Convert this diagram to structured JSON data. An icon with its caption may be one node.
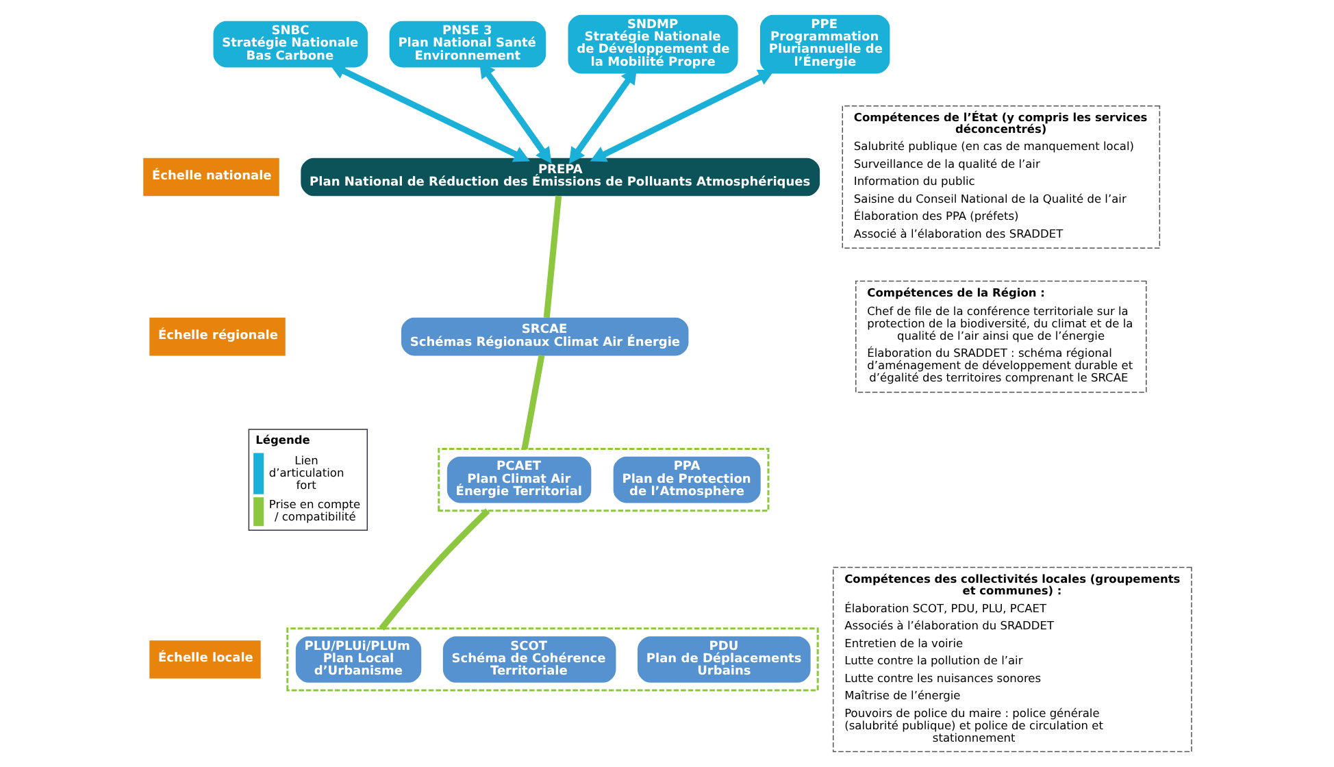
{
  "diagram": {
    "nodes": [
      {
        "text": [
          "Échelle nationale"
        ]
      },
      {
        "text": [
          "Échelle régionale"
        ]
      },
      {
        "text": [
          "Échelle locale"
        ]
      },
      {
        "text": [
          "SNBC",
          "Stratégie Nationale Bas Carbone"
        ]
      },
      {
        "text": [
          "PNSE 3",
          "Plan National Santé Environnement"
        ]
      },
      {
        "text": [
          "SNDMP",
          "Stratégie Nationale de Développement de la Mobilité Propre"
        ]
      },
      {
        "text": [
          "PPE",
          "Programmation Pluriannuelle de l’Énergie"
        ]
      },
      {
        "text": [
          "PREPA",
          "Plan National de Réduction des Émissions de Polluants Atmosphériques"
        ]
      },
      {
        "text": [
          "SRCAE",
          "Schémas Régionaux Climat Air Énergie"
        ]
      },
      {
        "text": [],
        "shape": "box"
      },
      {
        "text": [
          "PCAET",
          "Plan Climat Air Énergie Territorial"
        ],
        "in": 9
      },
      {
        "text": [
          "PPA",
          "Plan de Protection de l’Atmosphère"
        ],
        "in": 9
      },
      {
        "text": [],
        "shape": "box"
      },
      {
        "text": [
          "PLU/PLUi/PLUm",
          "Plan Local d’Urbanisme"
        ],
        "in": 12
      },
      {
        "text": [
          "SCOT",
          "Schéma de Cohérence Territoriale"
        ],
        "in": 12
      },
      {
        "text": [
          "PDU",
          "Plan de Déplacements Urbains"
        ],
        "in": 12
      },
      {
        "text": [
          "Compétences de l’État (y compris les services déconcentrés)",
          "Salubrité publique (en cas de manquement local)",
          "Surveillance de la qualité de l’air",
          "Information du public",
          "Saisine du Conseil National de la Qualité de l’air",
          "Élaboration des PPA (préfets)",
          "Associé à l’élaboration des SRADDET"
        ]
      },
      {
        "text": [
          "Compétences de la Région :",
          "Chef de file de la conférence territoriale sur la protection de la biodiversité, du climat et de la qualité de l’air ainsi que de l’énergie",
          "Élaboration du SRADDET : schéma régional d’aménagement de développement durable et d’égalité des territoires comprenant le SRCAE"
        ]
      },
      {
        "text": [
          "Compétences des collectivités locales (groupements et communes) :",
          "Élaboration SCOT, PDU, PLU, PCAET",
          "Associés à l’élaboration du SRADDET",
          "Entretien de la voirie",
          "Lutte contre la pollution de l’air",
          "Lutte contre les nuisances sonores",
          "Maîtrise de l’énergie",
          "Pouvoirs de police du maire : police générale (salubrité publique) et police de circulation et stationnement"
        ]
      }
    ],
    "edges": [
      {
        "from": 3,
        "to": 7,
        "arrow": "both",
        "color": "#1ab0d8"
      },
      {
        "from": 4,
        "to": 7,
        "arrow": "both",
        "color": "#1ab0d8"
      },
      {
        "from": 5,
        "to": 7,
        "arrow": "both",
        "color": "#1ab0d8"
      },
      {
        "from": 6,
        "to": 7,
        "arrow": "both",
        "color": "#1ab0d8"
      },
      {
        "from": 7,
        "to": 8,
        "arrow": "none",
        "color": "#8dc63f"
      },
      {
        "from": 8,
        "to": 9,
        "arrow": "none",
        "color": "#8dc63f"
      },
      {
        "from": 9,
        "to": 12,
        "arrow": "none",
        "color": "#8dc63f"
      }
    ],
    "labels": [
      "Légende"
    ],
    "legend": [
      {
        "text": "Lien d’articulation fort"
      },
      {
        "text": "Prise en compte / compatibilité"
      }
    ]
  }
}
